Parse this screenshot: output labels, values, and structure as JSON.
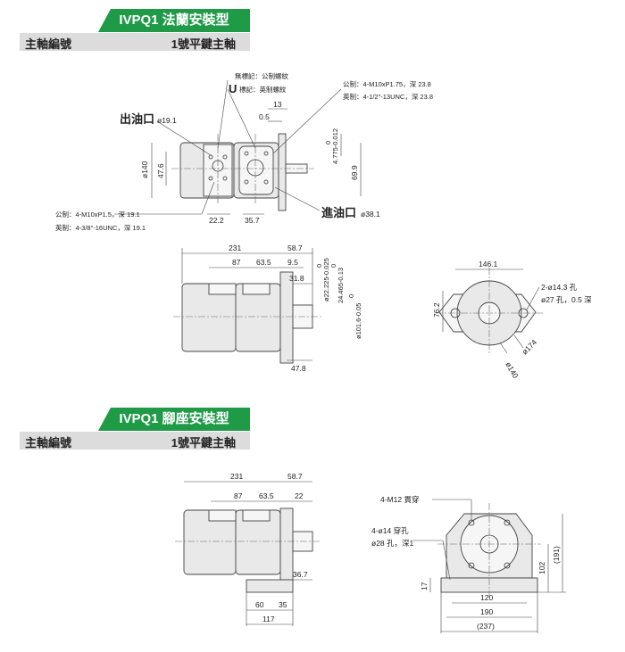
{
  "section1": {
    "title": "IVPQ1 法蘭安裝型",
    "shaft_label": "主軸編號",
    "shaft_value": "1號平鍵主軸"
  },
  "section2": {
    "title": "IVPQ1 腳座安裝型",
    "shaft_label": "主軸編號",
    "shaft_value": "1號平鍵主軸"
  },
  "top_view": {
    "thread_note_metric": "無標記：公制螺紋",
    "thread_note_u_mark": "U",
    "thread_note_imperial": "標記：英制螺紋",
    "outlet_label": "出油口",
    "outlet_dia": "ø19.1",
    "inlet_label": "進油口",
    "inlet_dia": "ø38.1",
    "outlet_metric": "公制：4-M10xP1.5，深 19.1",
    "outlet_imperial": "英制：4-3/8\"-16UNC，深 19.1",
    "inlet_metric": "公制：4-M10xP1.75，深 23.8",
    "inlet_imperial": "英制：4-1/2\"-13UNC，深 23.8",
    "d_140": "ø140",
    "d_47_6": "47.6",
    "d_22_2": "22.2",
    "d_35_7": "35.7",
    "d_13": "13",
    "d_0_5": "0.5",
    "d_4_775": "4.775-0.012",
    "d_4_775_upper": "0",
    "d_69_9": "69.9"
  },
  "flange_side": {
    "d_231": "231",
    "d_58_7": "58.7",
    "d_87": "87",
    "d_63_5": "63.5",
    "d_9_5": "9.5",
    "d_31_8": "31.8",
    "d_22_225": "ø22.225-0.025",
    "d_22_225_upper": "0",
    "d_24_465": "24.465-0.13",
    "d_24_465_upper": "0",
    "d_101_6": "ø101.6-0.05",
    "d_101_6_upper": "0",
    "d_47_8": "47.8"
  },
  "flange_end": {
    "d_146_1": "146.1",
    "d_76_2": "76.2",
    "hole_note_1": "2-ø14.3 孔",
    "hole_note_2": "ø27 孔，0.5 深",
    "d_174": "ø174",
    "d_140": "ø140"
  },
  "foot_side": {
    "d_231": "231",
    "d_58_7": "58.7",
    "d_87": "87",
    "d_63_5": "63.5",
    "d_22": "22",
    "d_36_7": "36.7",
    "d_60": "60",
    "d_35": "35",
    "d_117": "117"
  },
  "foot_end": {
    "note_m12": "4-M12 貫穿",
    "note_14": "4-ø14 穿孔",
    "note_28": "ø28 孔，深1",
    "d_17": "17",
    "d_120": "120",
    "d_190": "190",
    "d_237": "(237)",
    "d_102": "102",
    "d_191": "(191)"
  }
}
